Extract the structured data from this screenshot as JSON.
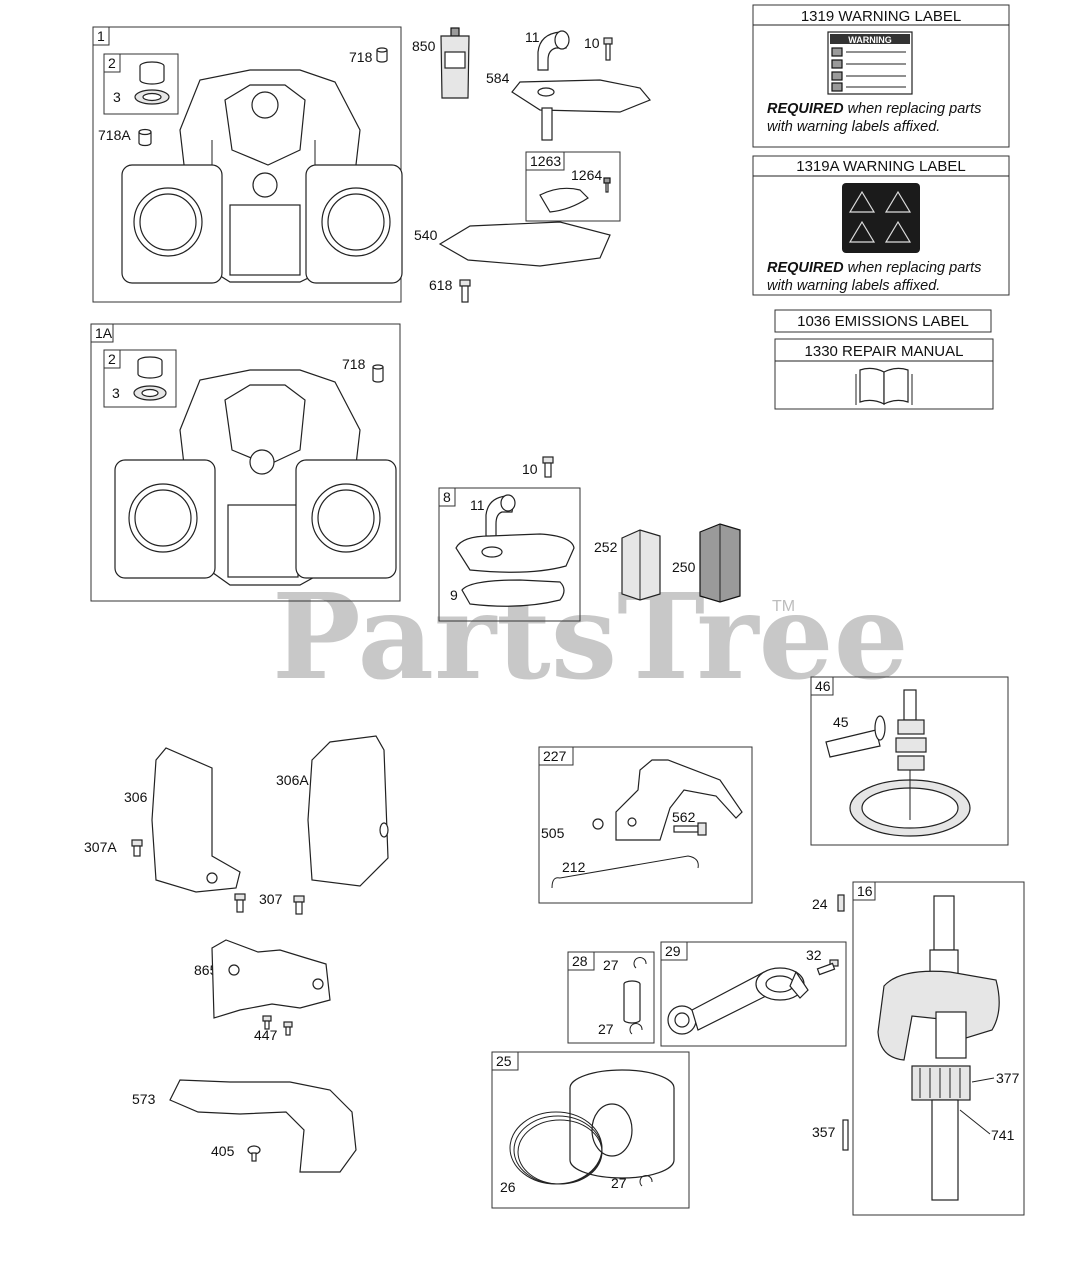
{
  "watermark": {
    "text": "PartsTree",
    "tm": "TM"
  },
  "panels": {
    "warning_1319": {
      "title": "1319 WARNING LABEL",
      "warning_word": "WARNING",
      "required_bold": "REQUIRED",
      "required_rest": " when replacing parts",
      "required_line2": "with warning labels affixed."
    },
    "warning_1319a": {
      "title": "1319A WARNING LABEL",
      "required_bold": "REQUIRED",
      "required_rest": " when replacing parts",
      "required_line2": "with warning labels affixed."
    },
    "emissions": {
      "title": "1036 EMISSIONS LABEL"
    },
    "repair_manual": {
      "title": "1330 REPAIR MANUAL"
    }
  },
  "box_tags": {
    "b1": "1",
    "b2a": "2",
    "b1a": "1A",
    "b2b": "2",
    "b1263": "1263",
    "b8": "8",
    "b46": "46",
    "b227": "227",
    "b16": "16",
    "b28": "28",
    "b29": "29",
    "b25": "25"
  },
  "callouts": {
    "c3a": "3",
    "c718a": "718",
    "c718A": "718A",
    "c850": "850",
    "c11a": "11",
    "c10a": "10",
    "c584": "584",
    "c1264": "1264",
    "c540": "540",
    "c618": "618",
    "c3b": "3",
    "c718b": "718",
    "c10b": "10",
    "c11b": "11",
    "c9": "9",
    "c252": "252",
    "c250": "250",
    "c45": "45",
    "c306": "306",
    "c306A": "306A",
    "c307A": "307A",
    "c307": "307",
    "c865": "865",
    "c447": "447",
    "c573": "573",
    "c405": "405",
    "c505": "505",
    "c562": "562",
    "c212": "212",
    "c24": "24",
    "c27a": "27",
    "c27b": "27",
    "c32": "32",
    "c26": "26",
    "c27c": "27",
    "c377": "377",
    "c357": "357",
    "c741": "741"
  }
}
